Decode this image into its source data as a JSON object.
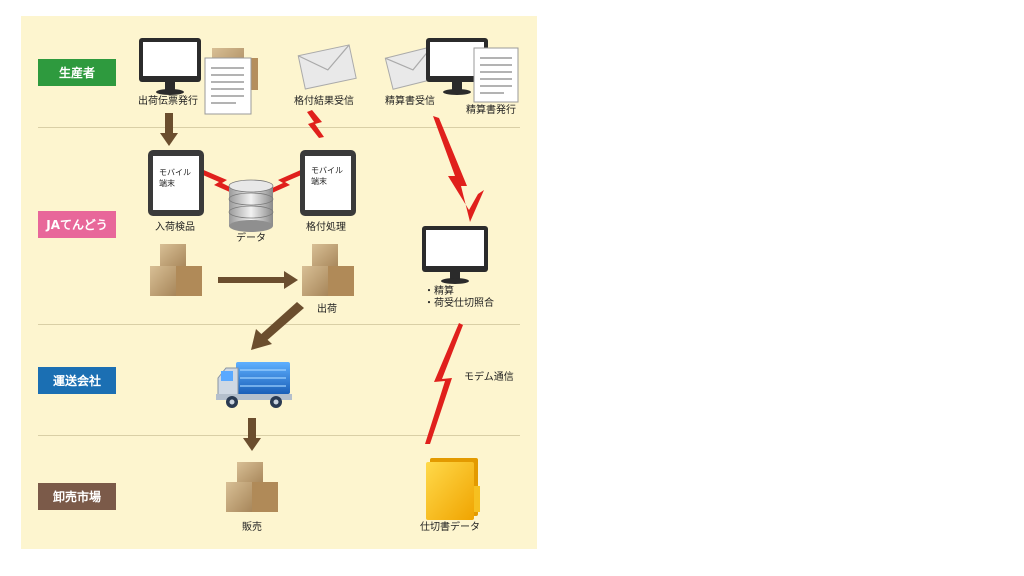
{
  "roles": {
    "producer": "生産者",
    "ja": "JAてんどう",
    "transport": "運送会社",
    "market": "卸売市場"
  },
  "labels": {
    "shipping_slip": "出荷伝票発行",
    "grading_result": "格付結果受信",
    "statement_received": "精算書受信",
    "statement_issued": "精算書発行",
    "intake_inspection": "入荷検品",
    "data": "データ",
    "grading_process": "格付処理",
    "shipment": "出荷",
    "settlement": "・精算",
    "reconciliation": "・荷受仕切照合",
    "modem": "モデム通信",
    "sales": "販売",
    "invoice_data": "仕切書データ"
  },
  "device_text": {
    "tablet_line1": "モバイル",
    "tablet_line2": "端末"
  },
  "colors": {
    "producer": "#2e9a3e",
    "ja": "#e8679a",
    "transport": "#1b6fb3",
    "market": "#7b5a49",
    "arrow": "#6b4e2e",
    "lightning": "#e0201c",
    "background": "#fdf5cf"
  },
  "icons": [
    "monitor-icon",
    "document-icon",
    "box-icon",
    "envelope-icon",
    "tablet-icon",
    "database-icon",
    "truck-icon",
    "folder-icon",
    "lightning-icon",
    "arrow-icon"
  ]
}
